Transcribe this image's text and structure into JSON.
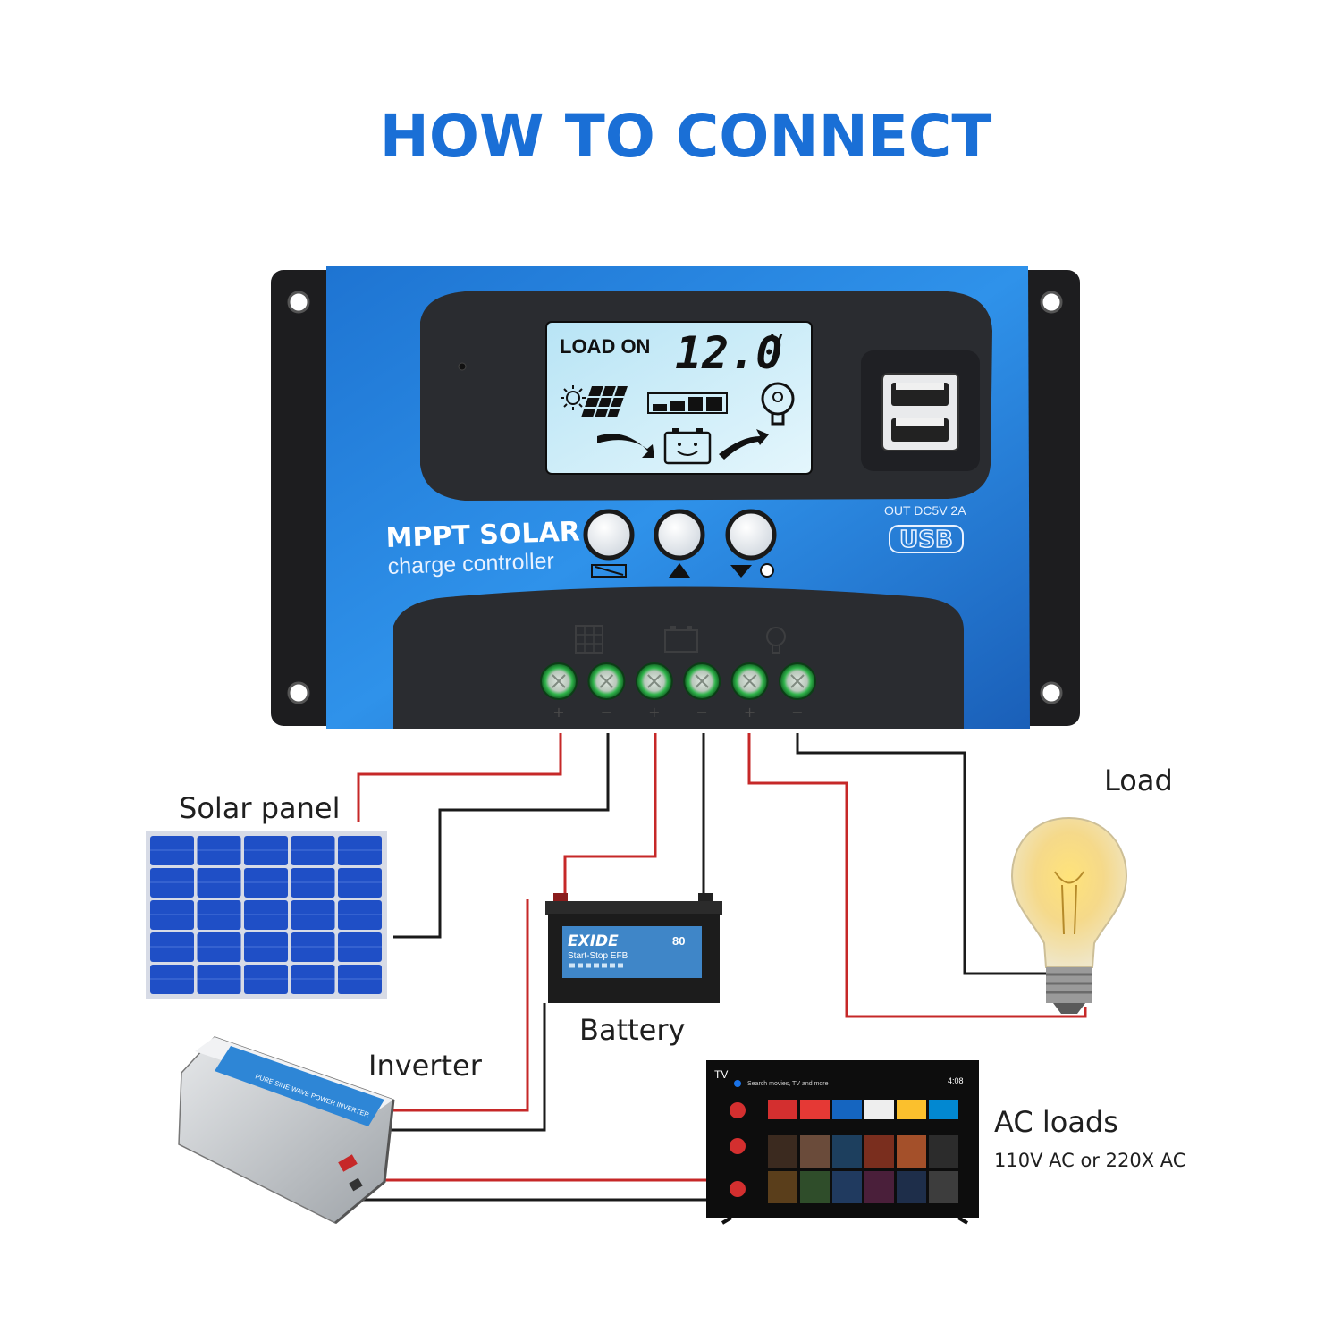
{
  "title": "HOW TO CONNECT",
  "controller": {
    "lcd": {
      "status": "LOAD ON",
      "voltage": "12.0",
      "unit": "V"
    },
    "brand_line1": "MPPT SOLAR",
    "brand_line2": "charge controller",
    "usb_spec": "OUT DC5V 2A",
    "usb_label": "USB",
    "terminal_signs": [
      "+",
      "−",
      "+",
      "−",
      "+",
      "−"
    ]
  },
  "components": {
    "solar_panel": "Solar panel",
    "battery": "Battery",
    "load": "Load",
    "inverter": "Inverter",
    "ac_loads": "AC loads",
    "ac_loads_spec": "110V AC or 220X AC"
  },
  "battery_graphic": {
    "brand": "EXIDE",
    "model": "Start-Stop EFB",
    "capacity": "80"
  },
  "inverter_graphic": {
    "text": "PURE SINE WAVE POWER INVERTER"
  },
  "tv_graphic": {
    "corner": "TV",
    "search": "Search movies, TV and more",
    "time": "4:08"
  },
  "colors": {
    "title": "#1a6fd6",
    "controller_blue": "#2b86e0",
    "lcd": "#c9ecf8",
    "positive_wire": "#c62828",
    "negative_wire": "#1a1a1a",
    "terminal_green": "#2fb34a",
    "solar_cell": "#1f4fc6"
  }
}
